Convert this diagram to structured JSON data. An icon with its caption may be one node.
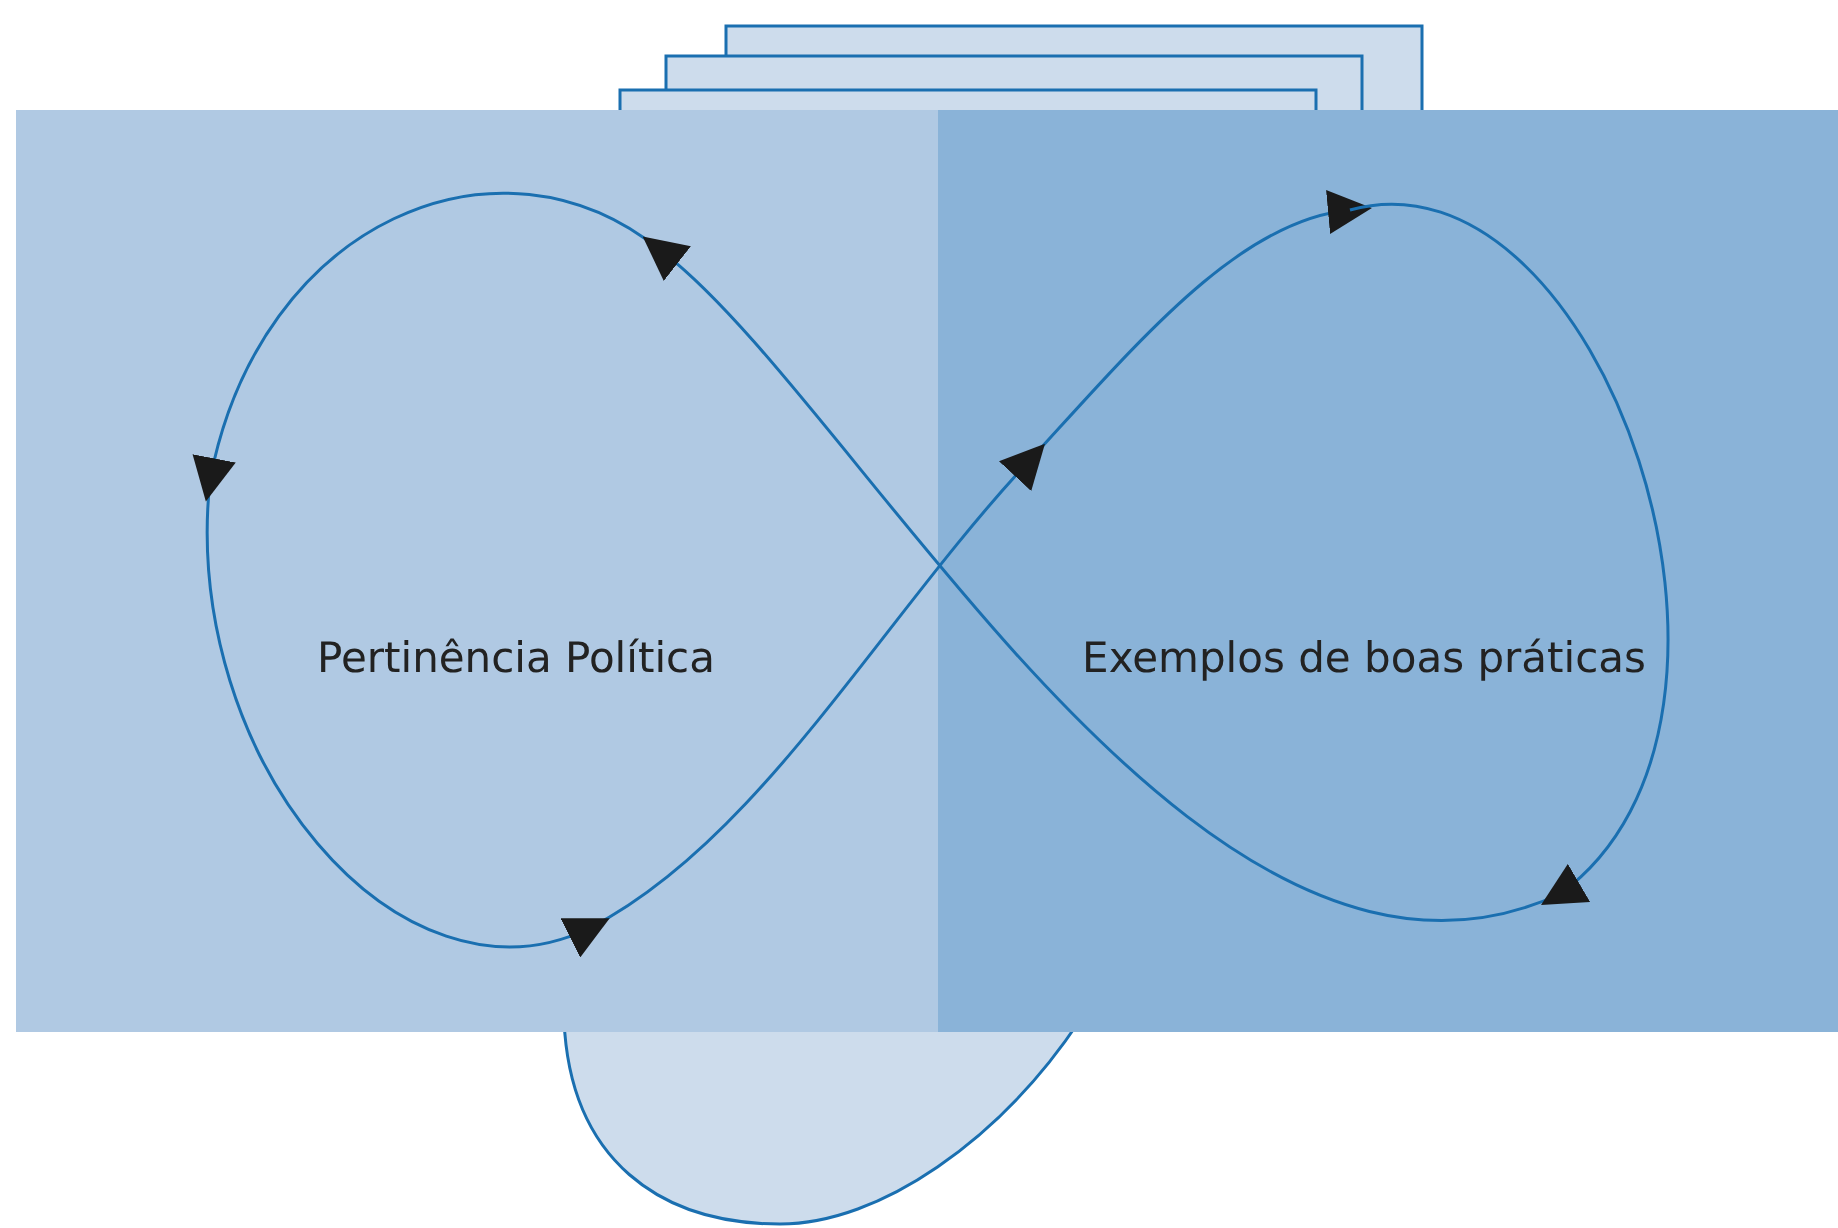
{
  "diagram": {
    "nodes": [
      {
        "text": [
          "Pertinência Política"
        ]
      },
      {
        "text": [
          "Exemplos de boas práticas"
        ]
      }
    ],
    "edges": [
      {
        "from": 0,
        "to": 1,
        "arrow": "to"
      },
      {
        "from": 1,
        "to": 0,
        "arrow": "to"
      }
    ]
  }
}
